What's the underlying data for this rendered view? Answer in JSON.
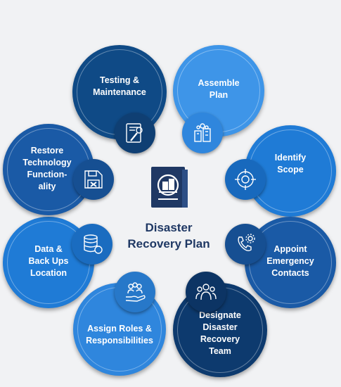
{
  "center": {
    "title_line1": "Disaster",
    "title_line2": "Recovery Plan",
    "icon": "disaster-plan-book-icon"
  },
  "colors": {
    "dark_navy": "#0d3a6e",
    "mid_blue": "#1a5aa6",
    "bright_blue": "#1f7bd6",
    "light_blue": "#3e95e8",
    "icon_line": "#ffffff",
    "title": "#1f3864"
  },
  "steps": [
    {
      "label": "Testing &\nMaintenance",
      "icon": "checklist-tools-icon"
    },
    {
      "label": "Assemble\nPlan",
      "icon": "building-team-icon"
    },
    {
      "label": "Identify\nScope",
      "icon": "target-scope-icon"
    },
    {
      "label": "Appoint\nEmergency\nContacts",
      "icon": "phone-gear-icon"
    },
    {
      "label": "Designate\nDisaster\nRecovery\nTeam",
      "icon": "team-group-icon"
    },
    {
      "label": "Assign Roles &\nResponsibilities",
      "icon": "hand-people-icon"
    },
    {
      "label": "Data &\nBack Ups\nLocation",
      "icon": "database-refresh-icon"
    },
    {
      "label": "Restore\nTechnology\nFunction-\nality",
      "icon": "floppy-tools-icon"
    }
  ]
}
